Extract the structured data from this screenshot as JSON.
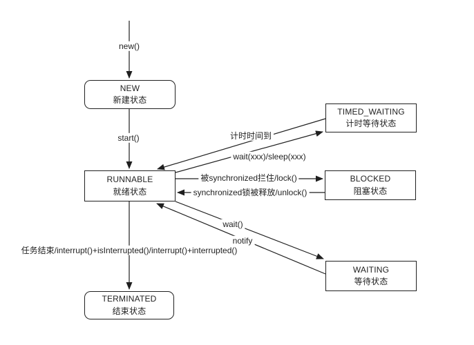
{
  "diagram": {
    "title_hint": "Java thread state transition diagram",
    "colors": {
      "stroke": "#1f1f1f",
      "box_fill": "#ffffff",
      "background": "#ffffff"
    },
    "states": {
      "new": {
        "name": "NEW",
        "desc": "新建状态"
      },
      "timed": {
        "name": "TIMED_WAITING",
        "desc": "计时等待状态"
      },
      "runnable": {
        "name": "RUNNABLE",
        "desc": "就绪状态"
      },
      "blocked": {
        "name": "BLOCKED",
        "desc": "阻塞状态"
      },
      "waiting": {
        "name": "WAITING",
        "desc": "等待状态"
      },
      "terminated": {
        "name": "TERMINATED",
        "desc": "结束状态"
      }
    },
    "edges": {
      "new": "new()",
      "start": "start()",
      "timer_elapsed": "计时时间到",
      "wait_sleep": "wait(xxx)/sleep(xxx)",
      "lock": "被synchronized拦住/lock()",
      "unlock": "synchronized锁被释放/unlock()",
      "wait": "wait()",
      "notify": "notify",
      "terminate": "任务结束/interrupt()+isInterrupted()/interrupt()+interrupted()"
    }
  }
}
